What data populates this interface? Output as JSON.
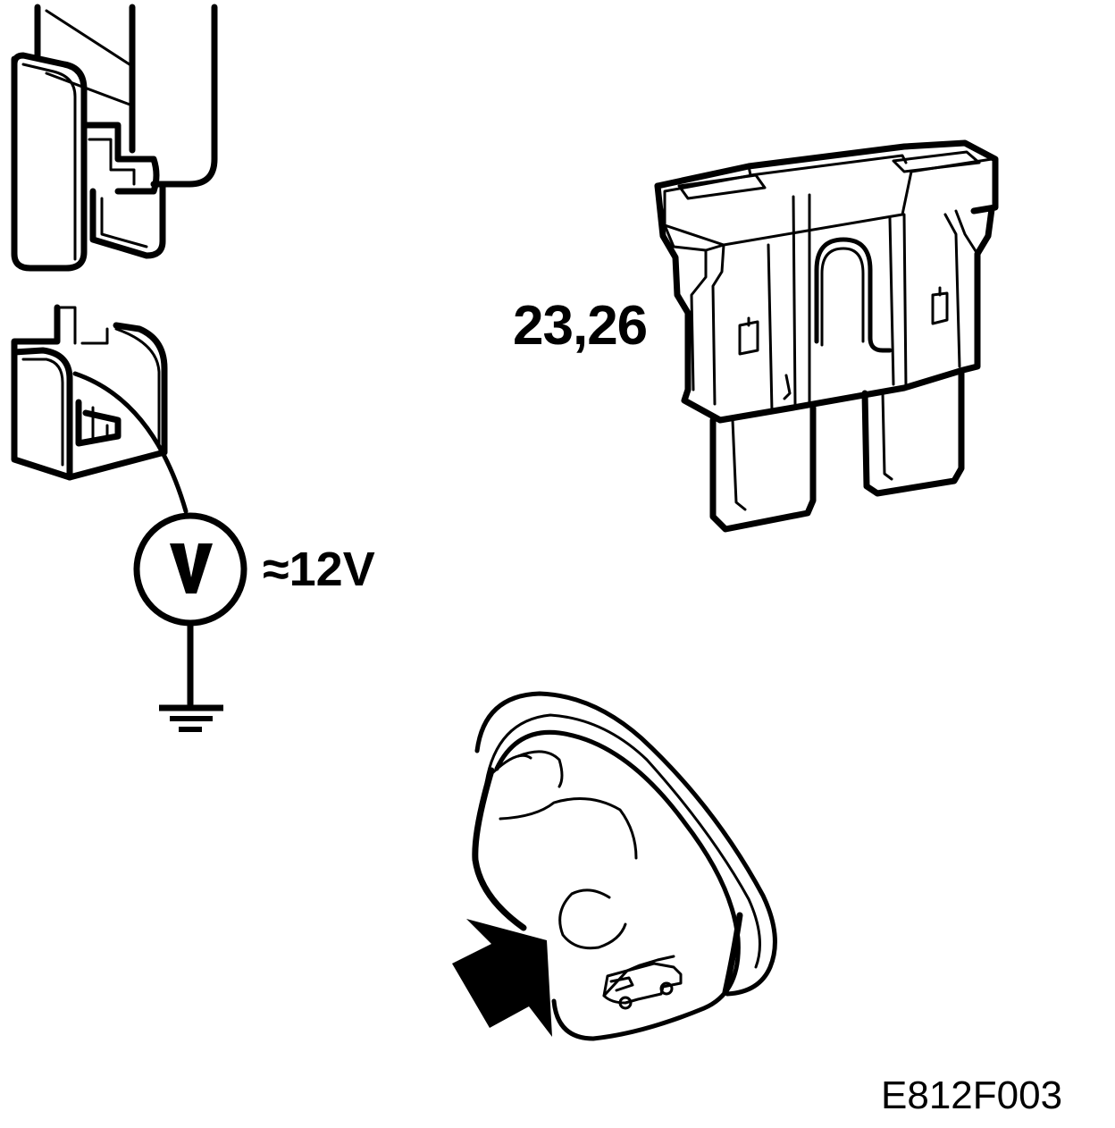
{
  "labels": {
    "fuse_ref": "23,26",
    "voltage": "≈12V",
    "meter_symbol": "V",
    "figure_id": "E812F003"
  },
  "icons": [
    "fuse-socket-icon",
    "fuse-socket-probe-icon",
    "voltmeter-icon",
    "ground-icon",
    "blade-fuse-icon",
    "hood-release-switch-icon",
    "press-arrow-icon",
    "car-hood-open-icon"
  ]
}
